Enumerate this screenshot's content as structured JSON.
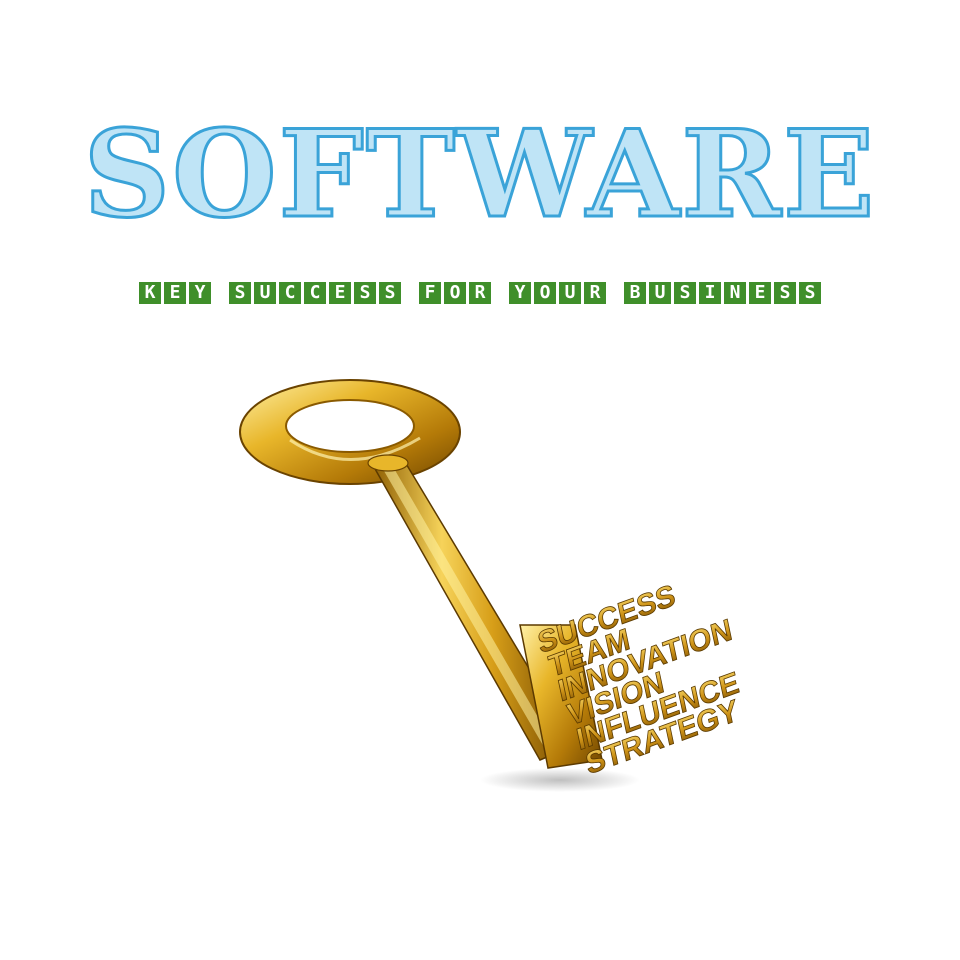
{
  "title": "SOFTWARE",
  "tagline_words": [
    "KEY",
    "SUCCESS",
    "FOR",
    "YOUR",
    "BUSINESS"
  ],
  "key_words": [
    "SUCCESS",
    "TEAM",
    "INNOVATION",
    "VISION",
    "INFLUENCE",
    "STRATEGY"
  ],
  "colors": {
    "title_fill": "#bfe4f6",
    "title_stroke": "#3aa3d8",
    "tagline_bg": "#3f8f2a",
    "tagline_text": "#ffffff",
    "gold": "#d9a21a"
  },
  "icons": {
    "key": "golden-key-icon"
  }
}
